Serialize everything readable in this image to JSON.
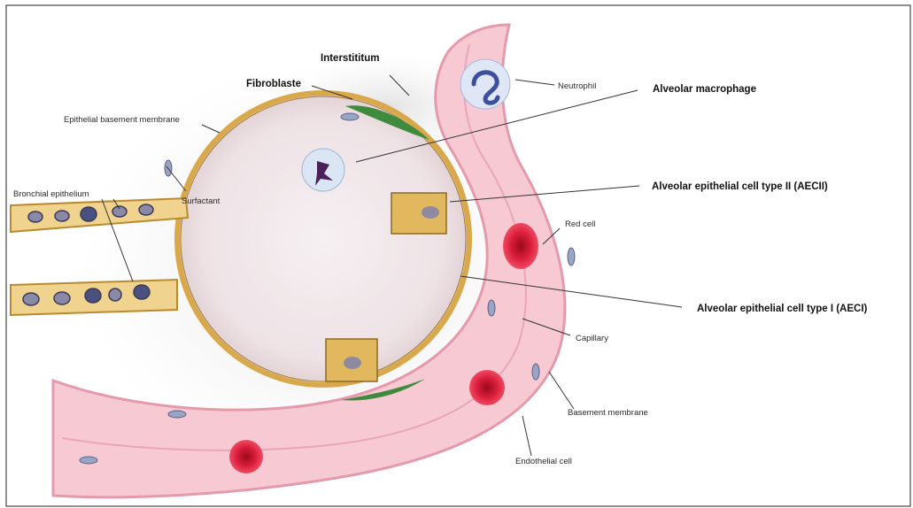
{
  "labels": {
    "interstititum": "Interstititum",
    "fibroblaste": "Fibroblaste",
    "neutrophil": "Neutrophil",
    "alveolar_macrophage": "Alveolar  macrophage",
    "epithelial_basement_membrane": "Epithelial basement membrane",
    "surfactant": "Surfactant",
    "bronchial_epithelium": "Bronchial epithelium",
    "aecii": "Alveolar  epithelial  cell type II (AECII)",
    "red_cell": "Red cell",
    "aeci": "Alveolar  epithelial  cell type I (AECI)",
    "capillary": "Capillary",
    "basement_membrane": "Basement membrane",
    "endothelial_cell": "Endothelial cell"
  },
  "colors": {
    "capillary_fill": "#f7c9d3",
    "capillary_edge": "#e59aac",
    "alveolus_fill": "#f3e7ea",
    "epithelial_wall": "#d9a84a",
    "red_cell": "#d81c3a",
    "fibroblast": "#3f8a3c",
    "cell_fill": "#f0d38e"
  }
}
